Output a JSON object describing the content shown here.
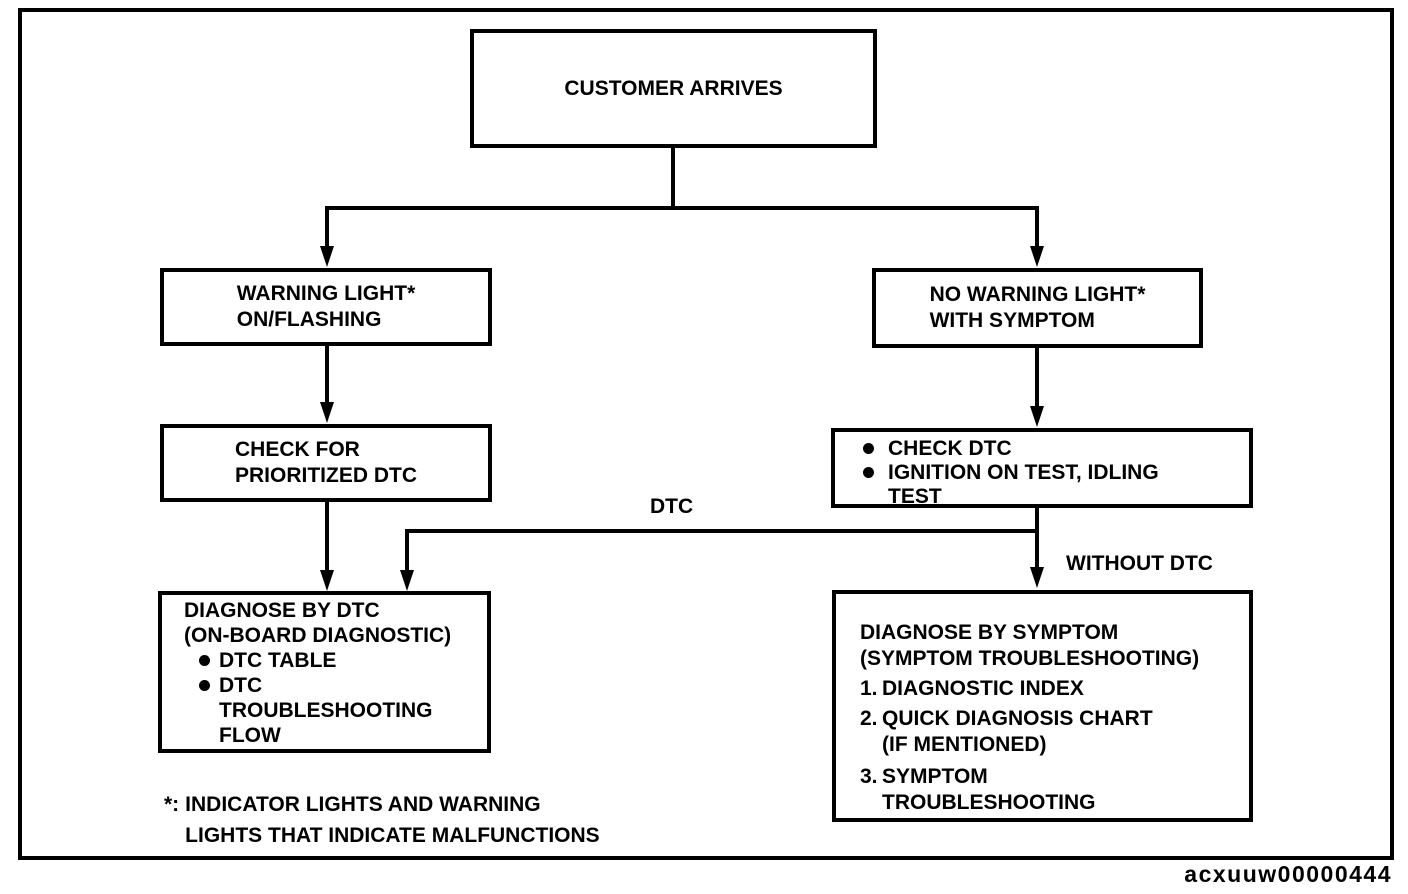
{
  "figure_code": "acxuuw00000444",
  "nodes": {
    "customer_arrives": {
      "label": "CUSTOMER ARRIVES"
    },
    "warning_light": {
      "lines": [
        "WARNING LIGHT*",
        "ON/FLASHING"
      ]
    },
    "no_warning_light": {
      "lines": [
        "NO WARNING LIGHT*",
        "WITH SYMPTOM"
      ]
    },
    "check_for_prioritized_dtc": {
      "lines": [
        "CHECK FOR",
        "PRIORITIZED DTC"
      ]
    },
    "check_dtc": {
      "bullets": [
        {
          "lines": [
            "CHECK DTC"
          ]
        },
        {
          "lines": [
            "IGNITION ON TEST, IDLING",
            "TEST"
          ]
        }
      ]
    },
    "diagnose_by_dtc": {
      "title_lines": [
        "DIAGNOSE BY DTC",
        "(ON-BOARD DIAGNOSTIC)"
      ],
      "bullets": [
        {
          "lines": [
            "DTC TABLE"
          ]
        },
        {
          "lines": [
            "DTC",
            "TROUBLESHOOTING",
            "FLOW"
          ]
        }
      ]
    },
    "diagnose_by_symptom": {
      "title_lines": [
        "DIAGNOSE BY SYMPTOM",
        "(SYMPTOM TROUBLESHOOTING)"
      ],
      "items": [
        {
          "num": "1.",
          "lines": [
            "DIAGNOSTIC INDEX"
          ]
        },
        {
          "num": "2.",
          "lines": [
            "QUICK DIAGNOSIS CHART",
            "(IF MENTIONED)"
          ]
        },
        {
          "num": "3.",
          "lines": [
            "SYMPTOM",
            "TROUBLESHOOTING"
          ]
        }
      ]
    }
  },
  "edge_labels": {
    "dtc": "DTC",
    "without_dtc": "WITHOUT DTC"
  },
  "footnote": {
    "marker": "*:",
    "lines": [
      "INDICATOR LIGHTS AND WARNING",
      "LIGHTS THAT INDICATE MALFUNCTIONS"
    ]
  }
}
